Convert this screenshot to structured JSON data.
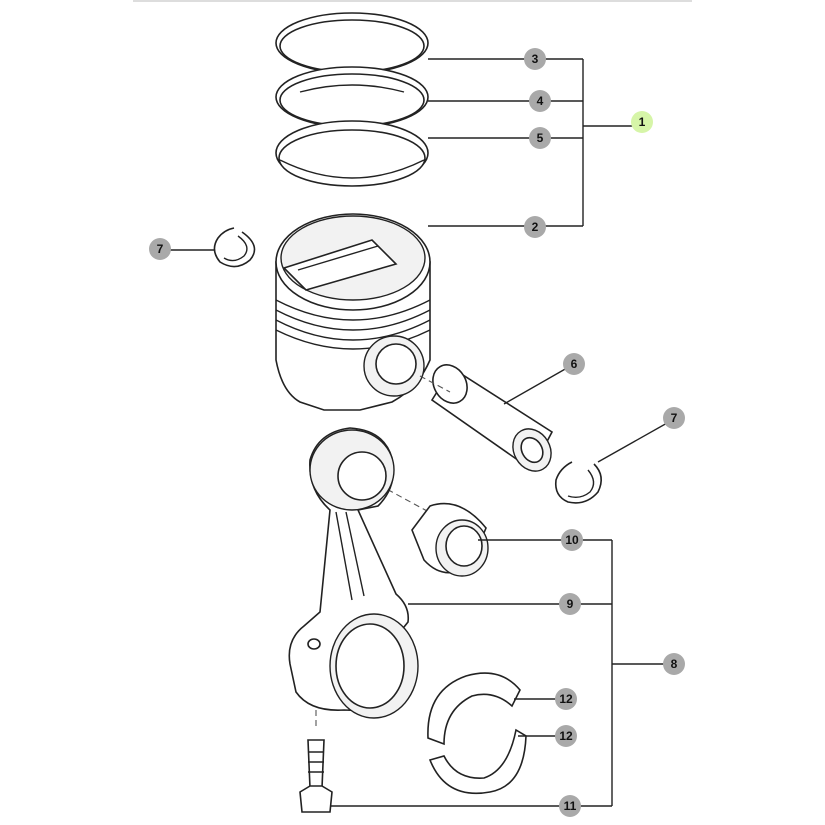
{
  "colors": {
    "callout_fill": "#a9a9a9",
    "callout_selected_fill": "#d6f5a8",
    "top_border": "#dddddd"
  },
  "callouts": {
    "c1": "1",
    "c2": "2",
    "c3": "3",
    "c4": "4",
    "c5": "5",
    "c6": "6",
    "c7a": "7",
    "c7b": "7",
    "c8": "8",
    "c9": "9",
    "c10": "10",
    "c11": "11",
    "c12a": "12",
    "c12b": "12"
  },
  "selected_callout": "1"
}
